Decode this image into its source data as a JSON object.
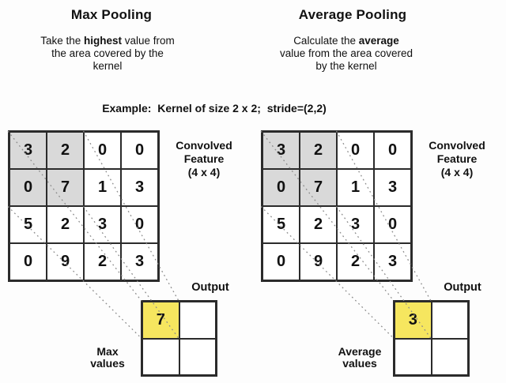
{
  "colors": {
    "kernel_fill": "#d9d9d9",
    "output_fill": "#f6e65f",
    "grid_line": "#2b2b2b",
    "dash_line": "#8c8c8c"
  },
  "example_caption": "Example:  Kernel of size 2 x 2;  stride=(2,2)",
  "panels": [
    {
      "title": "Max Pooling",
      "desc_lines": [
        {
          "pre": "Take the ",
          "bold": "highest",
          "post": " value from"
        },
        {
          "pre": "the area covered by the",
          "bold": "",
          "post": ""
        },
        {
          "pre": "kernel",
          "bold": "",
          "post": ""
        }
      ],
      "feature_label_lines": [
        "Convolved",
        "Feature",
        "(4 x 4)"
      ],
      "matrix": [
        [
          3,
          2,
          0,
          0
        ],
        [
          0,
          7,
          1,
          3
        ],
        [
          5,
          2,
          3,
          0
        ],
        [
          0,
          9,
          2,
          3
        ]
      ],
      "kernel_cells": [
        [
          0,
          0
        ],
        [
          0,
          1
        ],
        [
          1,
          0
        ],
        [
          1,
          1
        ]
      ],
      "output_label": "Output",
      "output_matrix": [
        [
          "7",
          ""
        ],
        [
          "",
          ""
        ]
      ],
      "output_highlight_cells": [
        [
          0,
          0
        ]
      ],
      "values_label_lines": [
        "Max",
        "values"
      ]
    },
    {
      "title": "Average Pooling",
      "desc_lines": [
        {
          "pre": "Calculate the ",
          "bold": "average",
          "post": ""
        },
        {
          "pre": "value from the area covered",
          "bold": "",
          "post": ""
        },
        {
          "pre": "by the kernel",
          "bold": "",
          "post": ""
        }
      ],
      "feature_label_lines": [
        "Convolved",
        "Feature",
        "(4 x 4)"
      ],
      "matrix": [
        [
          3,
          2,
          0,
          0
        ],
        [
          0,
          7,
          1,
          3
        ],
        [
          5,
          2,
          3,
          0
        ],
        [
          0,
          9,
          2,
          3
        ]
      ],
      "kernel_cells": [
        [
          0,
          0
        ],
        [
          0,
          1
        ],
        [
          1,
          0
        ],
        [
          1,
          1
        ]
      ],
      "output_label": "Output",
      "output_matrix": [
        [
          "3",
          ""
        ],
        [
          "",
          ""
        ]
      ],
      "output_highlight_cells": [
        [
          0,
          0
        ]
      ],
      "values_label_lines": [
        "Average",
        "values"
      ]
    }
  ]
}
